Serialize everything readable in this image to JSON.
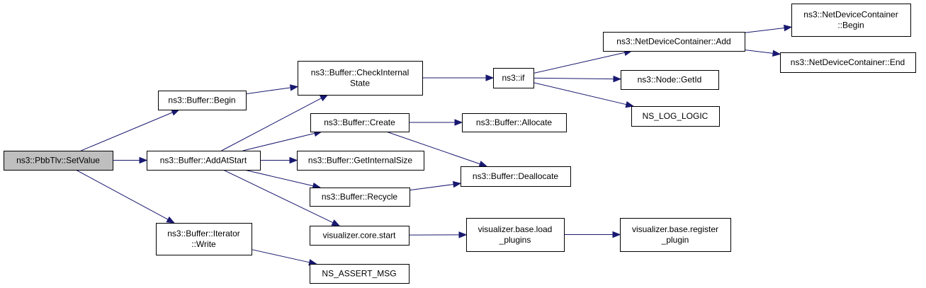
{
  "graph": {
    "edge_color": "#191970",
    "root_fill": "#bfbfbf",
    "nodes": {
      "setvalue": [
        "ns3::PbbTlv::SetValue"
      ],
      "begin": [
        "ns3::Buffer::Begin"
      ],
      "addatstart": [
        "ns3::Buffer::AddAtStart"
      ],
      "iterwrite": [
        "ns3::Buffer::Iterator",
        "::Write"
      ],
      "checkinternal": [
        "ns3::Buffer::CheckInternal",
        "State"
      ],
      "create": [
        "ns3::Buffer::Create"
      ],
      "getinternalsize": [
        "ns3::Buffer::GetInternalSize"
      ],
      "recycle": [
        "ns3::Buffer::Recycle"
      ],
      "vizstart": [
        "visualizer.core.start"
      ],
      "assertmsg": [
        "NS_ASSERT_MSG"
      ],
      "ns3if": [
        "ns3::if"
      ],
      "allocate": [
        "ns3::Buffer::Allocate"
      ],
      "deallocate": [
        "ns3::Buffer::Deallocate"
      ],
      "loadplugins": [
        "visualizer.base.load",
        "_plugins"
      ],
      "registerplugin": [
        "visualizer.base.register",
        "_plugin"
      ],
      "ndcadd": [
        "ns3::NetDeviceContainer::Add"
      ],
      "nodegetid": [
        "ns3::Node::GetId"
      ],
      "loglogic": [
        "NS_LOG_LOGIC"
      ],
      "ndcbegin": [
        "ns3::NetDeviceContainer",
        "::Begin"
      ],
      "ndcend": [
        "ns3::NetDeviceContainer::End"
      ]
    },
    "edges": [
      [
        "setvalue",
        "begin"
      ],
      [
        "setvalue",
        "addatstart"
      ],
      [
        "setvalue",
        "iterwrite"
      ],
      [
        "begin",
        "checkinternal"
      ],
      [
        "addatstart",
        "checkinternal"
      ],
      [
        "addatstart",
        "create"
      ],
      [
        "addatstart",
        "getinternalsize"
      ],
      [
        "addatstart",
        "recycle"
      ],
      [
        "addatstart",
        "vizstart"
      ],
      [
        "iterwrite",
        "assertmsg"
      ],
      [
        "checkinternal",
        "ns3if"
      ],
      [
        "create",
        "allocate"
      ],
      [
        "create",
        "deallocate"
      ],
      [
        "recycle",
        "deallocate"
      ],
      [
        "vizstart",
        "loadplugins"
      ],
      [
        "loadplugins",
        "registerplugin"
      ],
      [
        "ns3if",
        "ndcadd"
      ],
      [
        "ns3if",
        "nodegetid"
      ],
      [
        "ns3if",
        "loglogic"
      ],
      [
        "ndcadd",
        "ndcbegin"
      ],
      [
        "ndcadd",
        "ndcend"
      ]
    ]
  }
}
